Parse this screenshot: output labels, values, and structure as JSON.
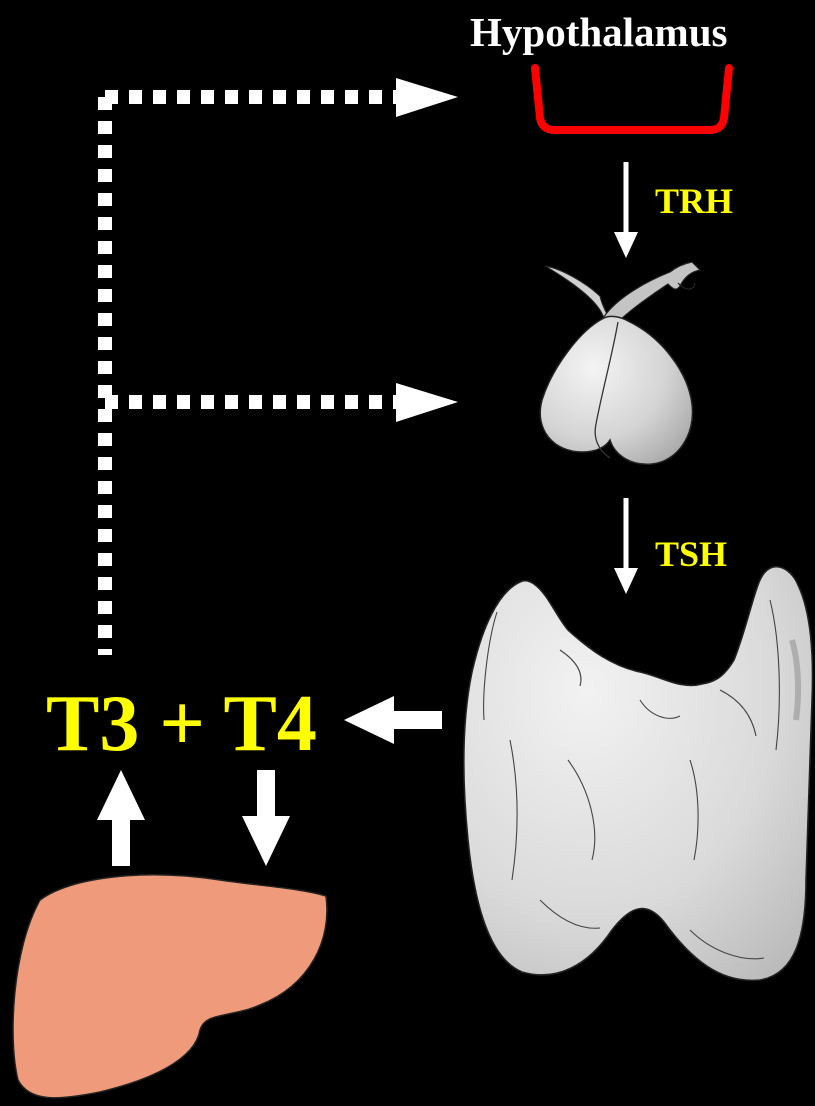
{
  "labels": {
    "hypothalamus": "Hypothalamus",
    "trh": "TRH",
    "tsh": "TSH",
    "hormones": "T3 + T4"
  },
  "colors": {
    "background": "#000000",
    "label_white": "#ffffff",
    "hormone_yellow": "#ffff00",
    "hypothalamus_red": "#ff0000",
    "arrow_white": "#ffffff",
    "gland_grey": "#d9d9d9",
    "liver": "#ef9a7b"
  },
  "icons": {
    "hypothalamus": "hypothalamus-bracket-icon",
    "pituitary": "pituitary-gland-icon",
    "thyroid": "thyroid-gland-icon",
    "liver": "liver-icon"
  }
}
